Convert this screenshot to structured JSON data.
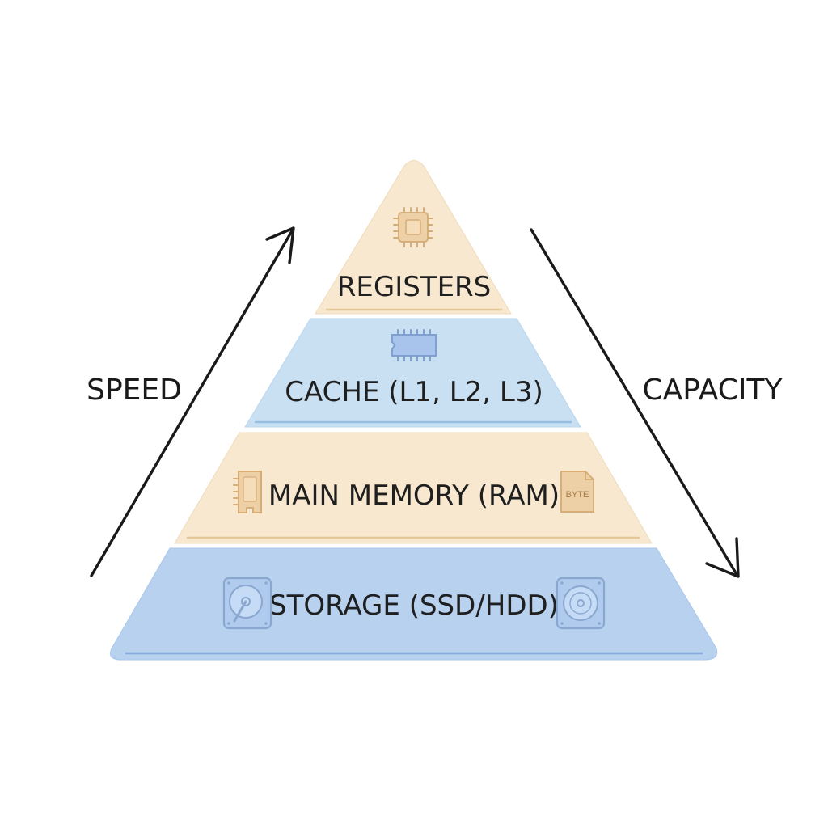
{
  "pyramid": {
    "tiers": [
      {
        "key": "registers",
        "label": "REGISTERS",
        "fill": "#f8e8cf",
        "edge": "#e6c99b"
      },
      {
        "key": "cache",
        "label": "CACHE (L1, L2, L3)",
        "fill": "#c8e0f2",
        "edge": "#9fc3e3"
      },
      {
        "key": "main-memory",
        "label": "MAIN MEMORY (RAM)",
        "fill": "#f8e8cf",
        "edge": "#e6c99b"
      },
      {
        "key": "storage",
        "label": "STORAGE (SSD/HDD)",
        "fill": "#b7d1ef",
        "edge": "#8fb2de"
      }
    ],
    "icons": {
      "registers": "cpu-chip-icon",
      "cache": "memory-chip-icon",
      "main_memory_left": "ram-module-icon",
      "main_memory_right": "byte-file-icon",
      "storage_left": "hard-drive-icon",
      "storage_right": "disk-icon"
    },
    "byte_icon_text": "BYTE"
  },
  "axes": {
    "left": {
      "label": "SPEED",
      "direction": "up"
    },
    "right": {
      "label": "CAPACITY",
      "direction": "down"
    }
  },
  "colors": {
    "ink": "#1a1a1a",
    "beige_icon": "#d7ad78",
    "blue_icon": "#7fa0d2",
    "storage_icon": "#8aa7cf"
  }
}
